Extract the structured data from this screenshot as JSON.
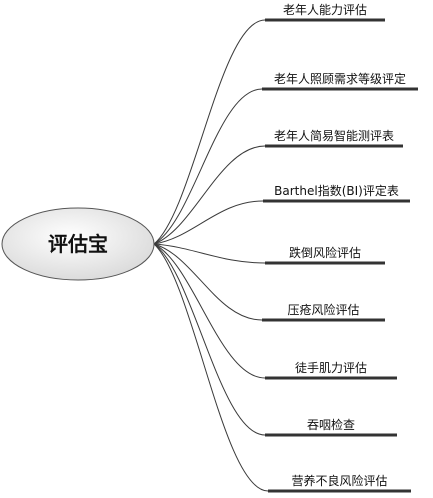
{
  "root": {
    "label": "评估宝"
  },
  "branches": [
    {
      "label": "老年人能力评估"
    },
    {
      "label": "老年人照顾需求等级评定"
    },
    {
      "label": "老年人简易智能测评表"
    },
    {
      "label": "Barthel指数(BI)评定表"
    },
    {
      "label": "跌倒风险评估"
    },
    {
      "label": "压疮风险评估"
    },
    {
      "label": "徒手肌力评估"
    },
    {
      "label": "吞咽检查"
    },
    {
      "label": "营养不良风险评估"
    }
  ],
  "colors": {
    "line": "#3a3a3a",
    "underline": "#333333",
    "root_fill_light": "#ffffff",
    "root_fill_dark": "#d9d9d9",
    "root_stroke": "#555555",
    "text": "#111111"
  }
}
